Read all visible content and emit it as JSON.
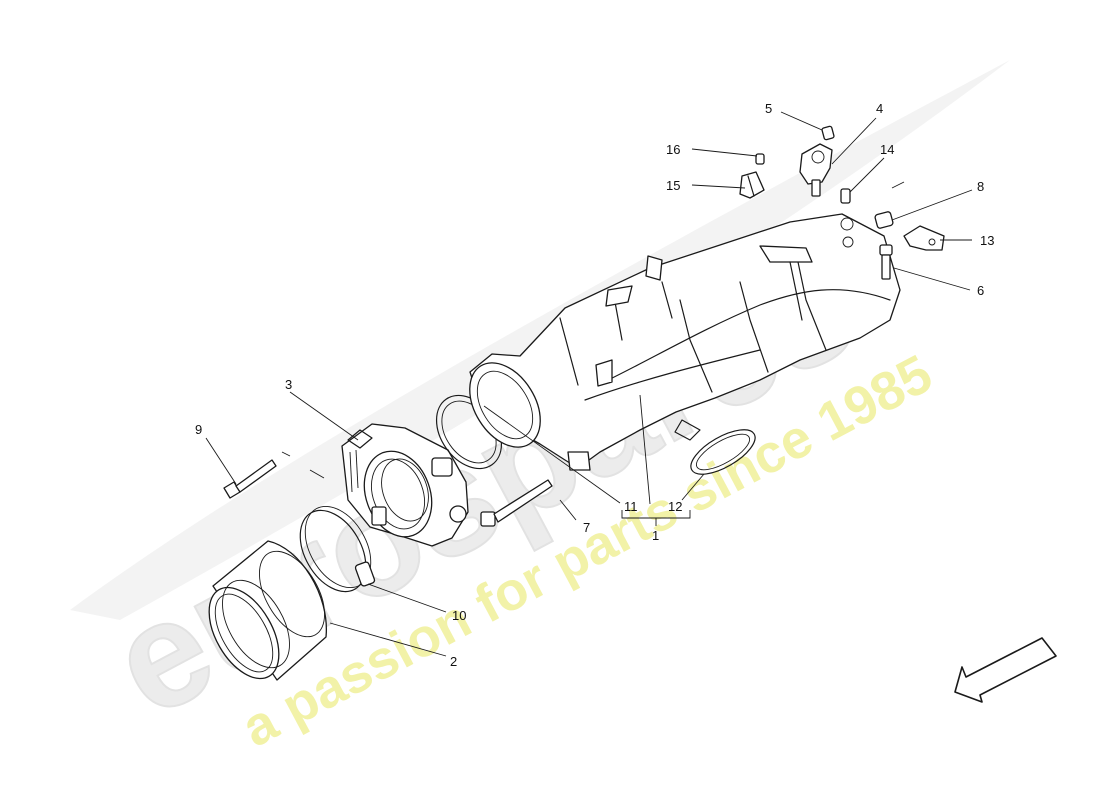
{
  "watermark": {
    "brand": "eurospares",
    "tagline": "a passion for parts since 1985",
    "colors": {
      "brand": "#ececec",
      "tagline": "#f2f2a8"
    }
  },
  "callouts": {
    "c1": "1",
    "c2": "2",
    "c3": "3",
    "c4": "4",
    "c5": "5",
    "c6": "6",
    "c7": "7",
    "c8": "8",
    "c9": "9",
    "c10": "10",
    "c11": "11",
    "c12": "12",
    "c13": "13",
    "c14": "14",
    "c15": "15",
    "c16": "16"
  },
  "icons": {
    "direction": "direction-arrow-icon"
  }
}
